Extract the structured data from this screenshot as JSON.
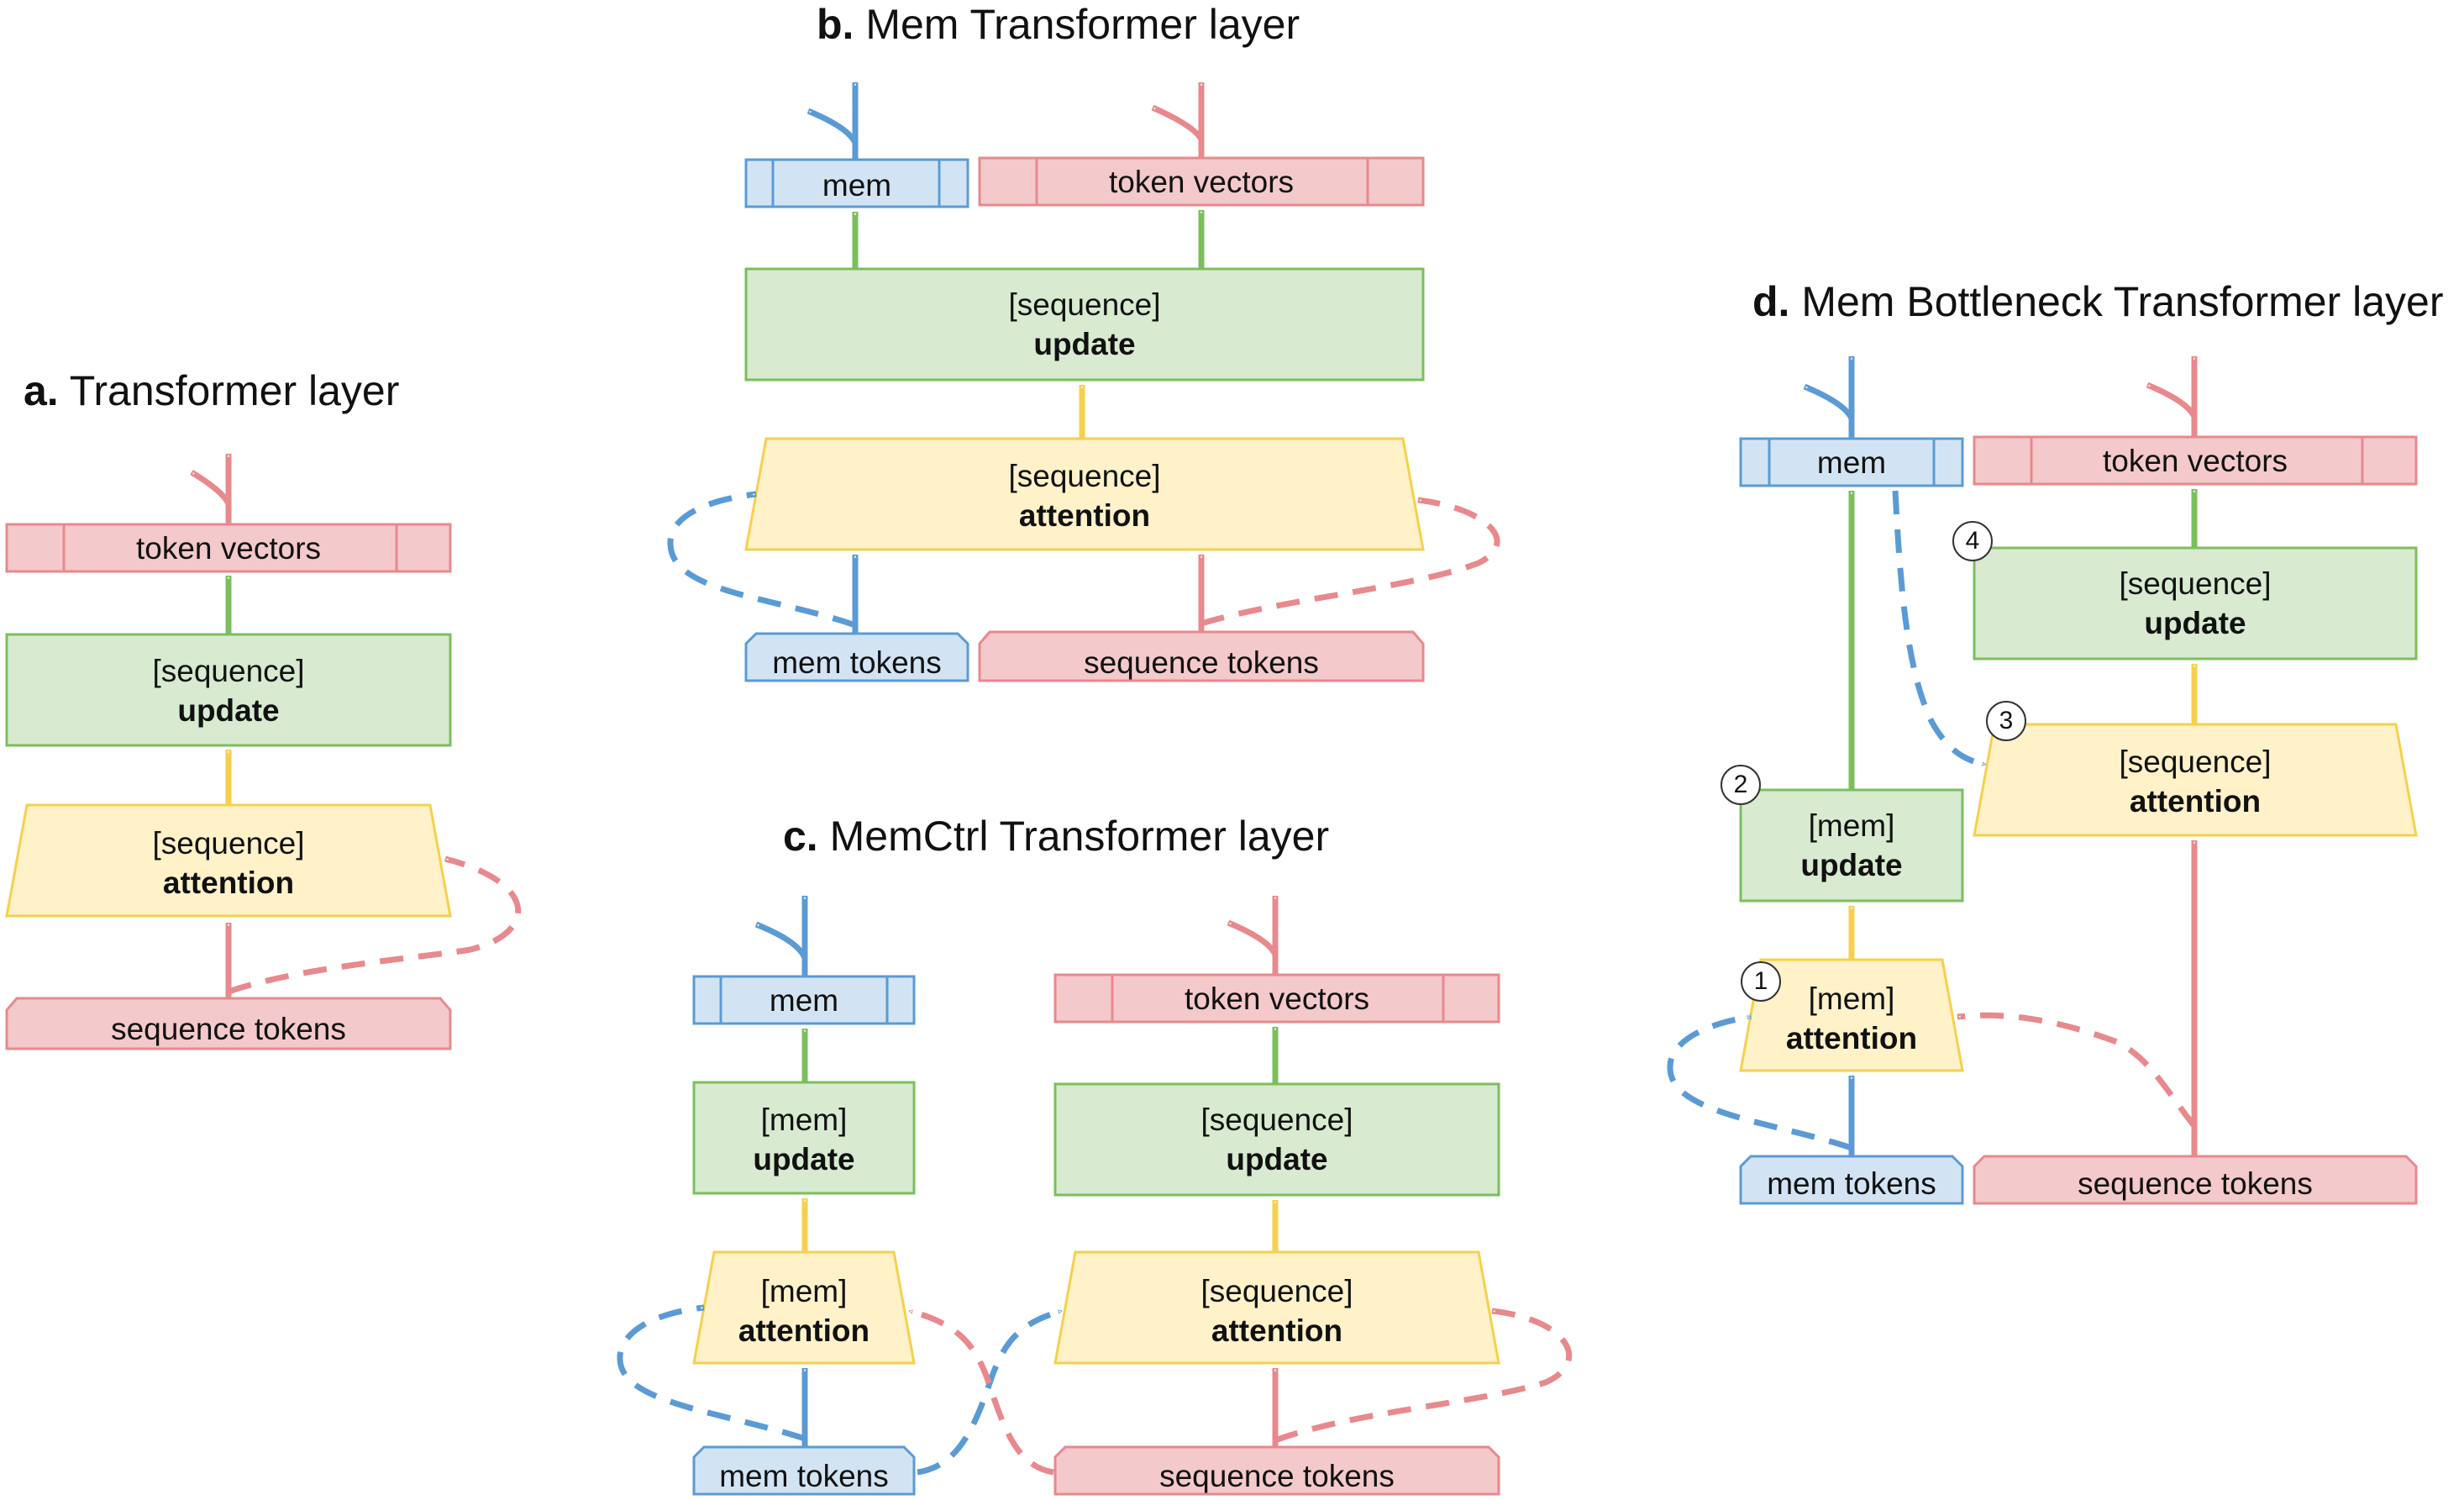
{
  "colors": {
    "blue_fill": "#d2e4f4",
    "blue_stroke": "#5b9bd5",
    "red_fill": "#f4c9cb",
    "red_stroke": "#e8898d",
    "green_fill": "#d8ead0",
    "green_stroke": "#7bbf5c",
    "yellow_fill": "#fff1c8",
    "yellow_stroke": "#f6d04d"
  },
  "panel_a": {
    "title_letter": "a.",
    "title_text": "Transformer layer",
    "out_label": "token vectors",
    "update_l1": "[sequence]",
    "update_l2": "update",
    "attn_l1": "[sequence]",
    "attn_l2": "attention",
    "in_label": "sequence tokens"
  },
  "panel_b": {
    "title_letter": "b.",
    "title_text": "Mem Transformer layer",
    "mem_out_label": "mem",
    "tok_out_label": "token vectors",
    "update_l1": "[sequence]",
    "update_l2": "update",
    "attn_l1": "[sequence]",
    "attn_l2": "attention",
    "mem_in_label": "mem tokens",
    "seq_in_label": "sequence tokens"
  },
  "panel_c": {
    "title_letter": "c.",
    "title_text": "MemCtrl Transformer layer",
    "mem_out_label": "mem",
    "tok_out_label": "token vectors",
    "mem_update_l1": "[mem]",
    "mem_update_l2": "update",
    "seq_update_l1": "[sequence]",
    "seq_update_l2": "update",
    "mem_attn_l1": "[mem]",
    "mem_attn_l2": "attention",
    "seq_attn_l1": "[sequence]",
    "seq_attn_l2": "attention",
    "mem_in_label": "mem tokens",
    "seq_in_label": "sequence tokens"
  },
  "panel_d": {
    "title_letter": "d.",
    "title_text": "Mem Bottleneck Transformer layer",
    "mem_out_label": "mem",
    "tok_out_label": "token vectors",
    "mem_update_l1": "[mem]",
    "mem_update_l2": "update",
    "seq_update_l1": "[sequence]",
    "seq_update_l2": "update",
    "mem_attn_l1": "[mem]",
    "mem_attn_l2": "attention",
    "seq_attn_l1": "[sequence]",
    "seq_attn_l2": "attention",
    "mem_in_label": "mem tokens",
    "seq_in_label": "sequence tokens",
    "step_1": "1",
    "step_2": "2",
    "step_3": "3",
    "step_4": "4"
  }
}
